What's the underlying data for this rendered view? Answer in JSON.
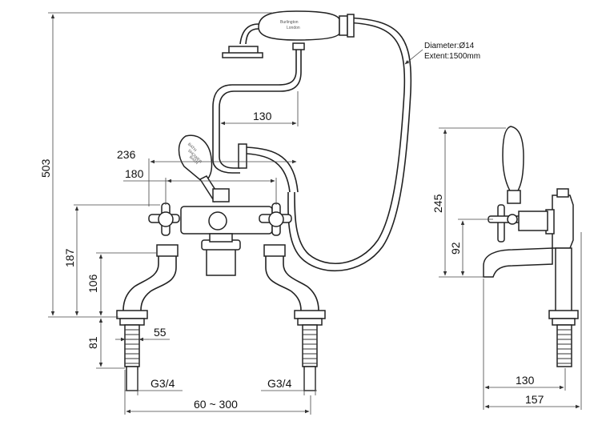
{
  "dimensions": {
    "total_height": "503",
    "shower_offset": "130",
    "width_outer": "236",
    "width_inner": "180",
    "height_valve": "187",
    "height_body": "106",
    "thread_length": "81",
    "tail_width": "55",
    "thread_left": "G3/4",
    "thread_right": "G3/4",
    "center_range": "60 ~ 300",
    "side_height": "245",
    "side_spout_height": "92",
    "side_depth_inner": "130",
    "side_depth_outer": "157"
  },
  "hose_note": {
    "diameter": "Diameter:Ø14",
    "extent": "Extent:1500mm"
  },
  "handset_brand": {
    "name": "Burlington",
    "city": "London"
  },
  "diverter_label": {
    "line1": "BATH",
    "line2": "SHOWER",
    "line3": "BATH"
  }
}
